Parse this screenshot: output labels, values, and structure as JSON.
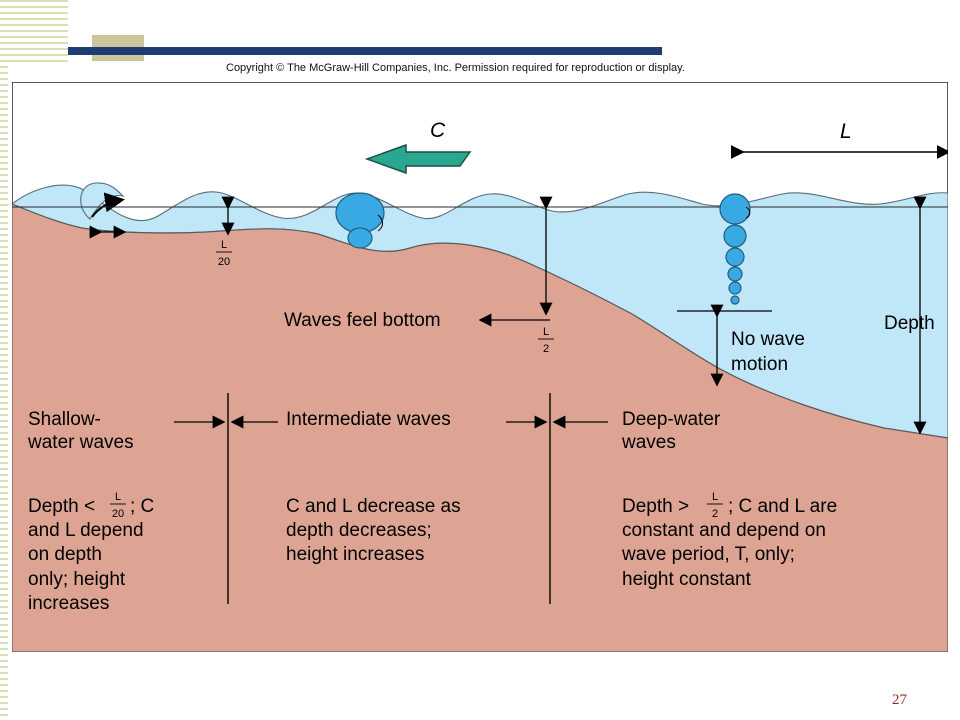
{
  "header": {
    "copyright": "Copyright © The McGraw-Hill Companies, Inc. Permission required for reproduction or display."
  },
  "labels": {
    "wave_speed": "C",
    "wavelength": "L",
    "waves_feel_bottom": "Waves feel bottom",
    "no_wave_motion_1": "No wave",
    "no_wave_motion_2": "motion",
    "depth": "Depth",
    "fraction_l20_num": "L",
    "fraction_l20_den": "20",
    "fraction_l2_num": "L",
    "fraction_l2_den": "2"
  },
  "zones": {
    "shallow": {
      "title_1": "Shallow-",
      "title_2": "water waves",
      "desc_1_prefix": "Depth <",
      "desc_1_suffix": "; C",
      "desc_2": "and L depend",
      "desc_3": "on depth",
      "desc_4": "only; height",
      "desc_5": "increases",
      "frac_num": "L",
      "frac_den": "20"
    },
    "intermediate": {
      "title": "Intermediate waves",
      "desc_1": "C and L decrease as",
      "desc_2": "depth decreases;",
      "desc_3": "height increases"
    },
    "deep": {
      "title_1": "Deep-water",
      "title_2": "waves",
      "desc_1_prefix": "Depth >",
      "desc_1_suffix": "; C and L are",
      "desc_2": "constant and depend on",
      "desc_3": "wave period, T, only;",
      "desc_4": "height constant",
      "frac_num": "L",
      "frac_den": "2"
    }
  },
  "footer": {
    "slide_number": "27"
  },
  "colors": {
    "water": "#bfe7f8",
    "seabed": "#dda493",
    "orbit_fill": "#39a9e3",
    "arrow_fill": "#2aa78f",
    "frame": "#1f3d73",
    "accent": "#cbc79b"
  }
}
